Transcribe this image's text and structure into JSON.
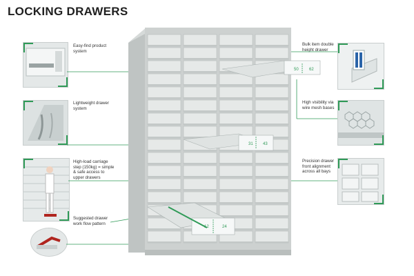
{
  "title": "LOCKING DRAWERS",
  "callouts": {
    "easy_find": "Easy-find product system",
    "lightweight": "Lightweight drawer system",
    "carriage": "High-load carriage step (150kg) = simple & safe access to upper drawers",
    "workflow": "Suggested drawer work flow pattern",
    "bulk": "Bulk item double height drawer",
    "visibility": "High visibility via wire mesh bases",
    "precision": "Precision drawer front alignment across all bays"
  },
  "drawer_labels": {
    "top": [
      "50",
      "62"
    ],
    "middle": [
      "31",
      "43"
    ],
    "bottom": [
      "12",
      "24"
    ]
  },
  "colors": {
    "accent": "#2f9a57",
    "cabinet": "#c9cdcc",
    "drawer_front": "#e6e9e8"
  }
}
